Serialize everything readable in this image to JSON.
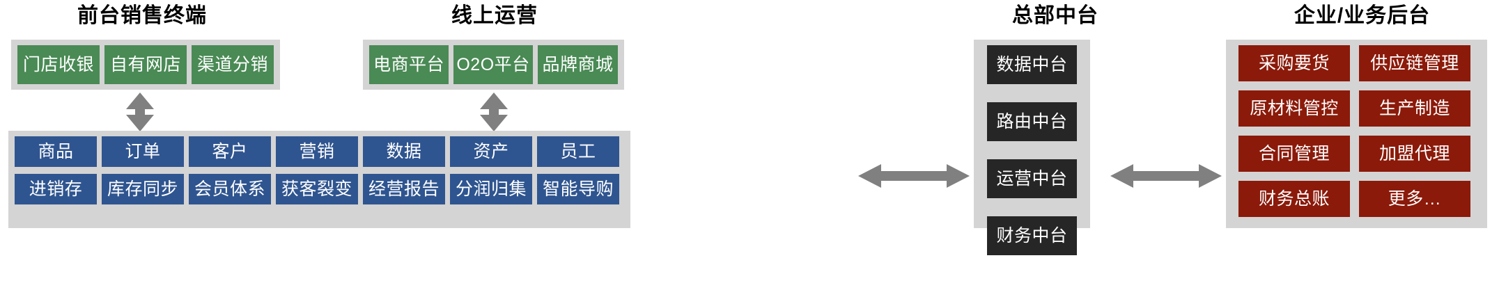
{
  "diagram": {
    "title_color": "#000000",
    "panel_color": "#d4d4d4",
    "arrow_color": "#808080",
    "background": "#ffffff"
  },
  "groups": [
    {
      "id": "front-sales-terminal",
      "title": "前台销售终端",
      "color": "#4a8a55",
      "tiles": [
        "门店收银",
        "自有网店",
        "渠道分销"
      ]
    },
    {
      "id": "online-operations",
      "title": "线上运营",
      "color": "#4a8a55",
      "tiles": [
        "电商平台",
        "O2O平台",
        "品牌商城"
      ]
    },
    {
      "id": "hq-middle-platform",
      "title": "总部中台",
      "color": "#262626",
      "tiles": [
        "数据中台",
        "路由中台",
        "运营中台",
        "财务中台"
      ]
    },
    {
      "id": "enterprise-business-backend",
      "title": "企业/业务后台",
      "color": "#8b1a0a",
      "tiles": [
        "采购要货",
        "供应链管理",
        "原材料管控",
        "生产制造",
        "合同管理",
        "加盟代理",
        "财务总账",
        "更多…"
      ]
    }
  ],
  "platform": {
    "id": "middle-platform-capabilities",
    "color": "#2f5590",
    "row_top": [
      "商品",
      "订单",
      "客户",
      "营销",
      "数据",
      "资产",
      "员工"
    ],
    "row_bottom": [
      "进销存",
      "库存同步",
      "会员体系",
      "获客裂变",
      "经营报告",
      "分润归集",
      "智能导购"
    ]
  },
  "connectors": [
    {
      "id": "front-sales-to-platform",
      "kind": "double-arrow-vertical"
    },
    {
      "id": "online-ops-to-platform",
      "kind": "double-arrow-vertical"
    },
    {
      "id": "platform-to-hq",
      "kind": "double-arrow-horizontal"
    },
    {
      "id": "hq-to-backend",
      "kind": "double-arrow-horizontal"
    }
  ]
}
